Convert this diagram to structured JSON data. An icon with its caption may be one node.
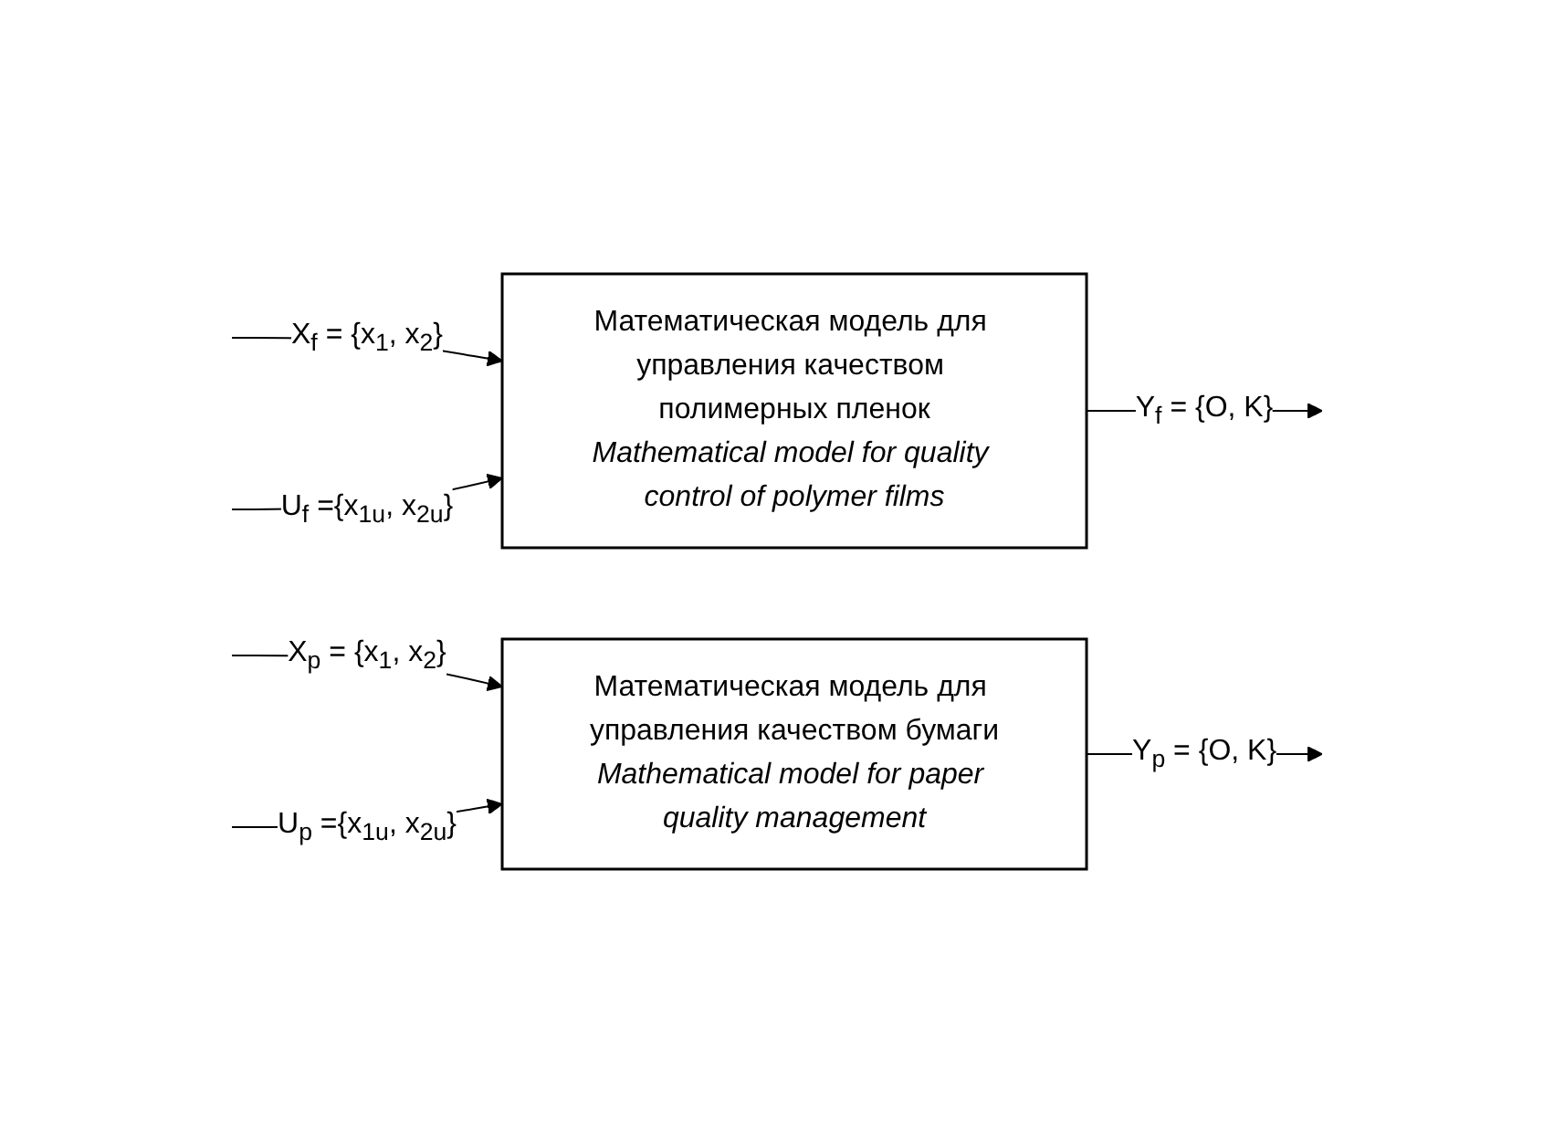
{
  "diagram": {
    "nodes": [
      {
        "text": [
          "Математическая модель для управления качеством полимерных пленок",
          "Mathematical model for quality control of polymer films"
        ]
      },
      {
        "text": [
          "Математическая модель для управления качеством бумаги",
          "Mathematical model for paper quality management"
        ]
      }
    ],
    "edges": [
      {
        "from": null,
        "to": 0,
        "arrow": "to",
        "label": "X$_{f}$ = {x$_{1}$, x$_{2}$}"
      },
      {
        "from": 0,
        "to": null,
        "arrow": "to",
        "label": "Y$_{f}$ = {O, K}"
      },
      {
        "from": null,
        "to": 0,
        "arrow": "to",
        "label": "U$_{f}$ ={x$_{1u}$, x$_{2u}$}"
      },
      {
        "from": null,
        "to": 1,
        "arrow": "to",
        "label": "X$_{p}$ = {x$_{1}$, x$_{2}$}"
      },
      {
        "from": 1,
        "to": null,
        "arrow": "to",
        "label": "Y$_{p}$ = {O, K}"
      },
      {
        "from": null,
        "to": 1,
        "arrow": "to",
        "label": "U$_{p}$ ={x$_{1u}$, x$_{2u}$}"
      }
    ]
  }
}
